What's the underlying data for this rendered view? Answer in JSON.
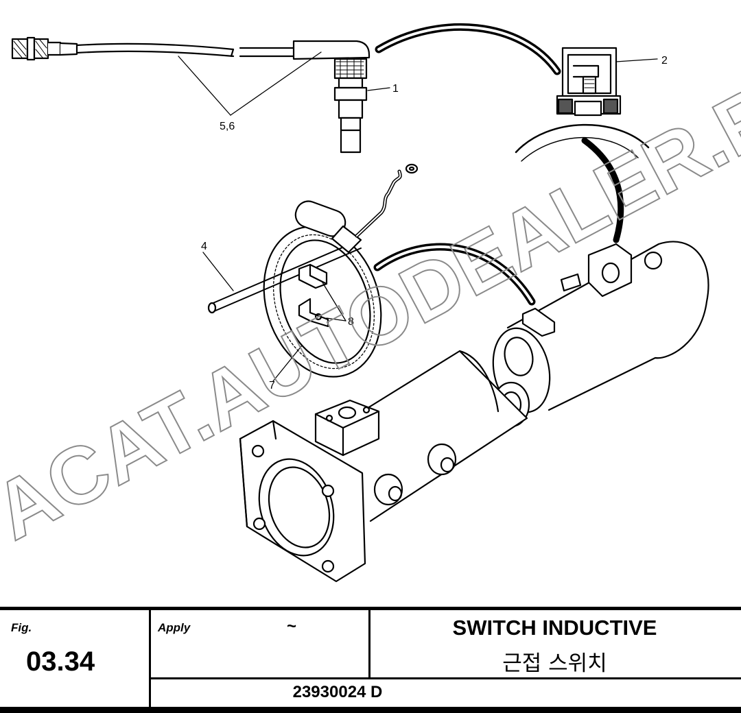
{
  "watermark": "ACAT.AUTODEALER.RU",
  "callouts": {
    "c1": "1",
    "c2": "2",
    "c4": "4",
    "c56": "5,6",
    "c7": "7",
    "c8": "8"
  },
  "title_block": {
    "fig_label": "Fig.",
    "fig_number": "03.34",
    "apply_label": "Apply",
    "apply_value": "~",
    "title_en": "SWITCH INDUCTIVE",
    "title_ko": "근접 스위치",
    "part_number": "23930024 D"
  }
}
